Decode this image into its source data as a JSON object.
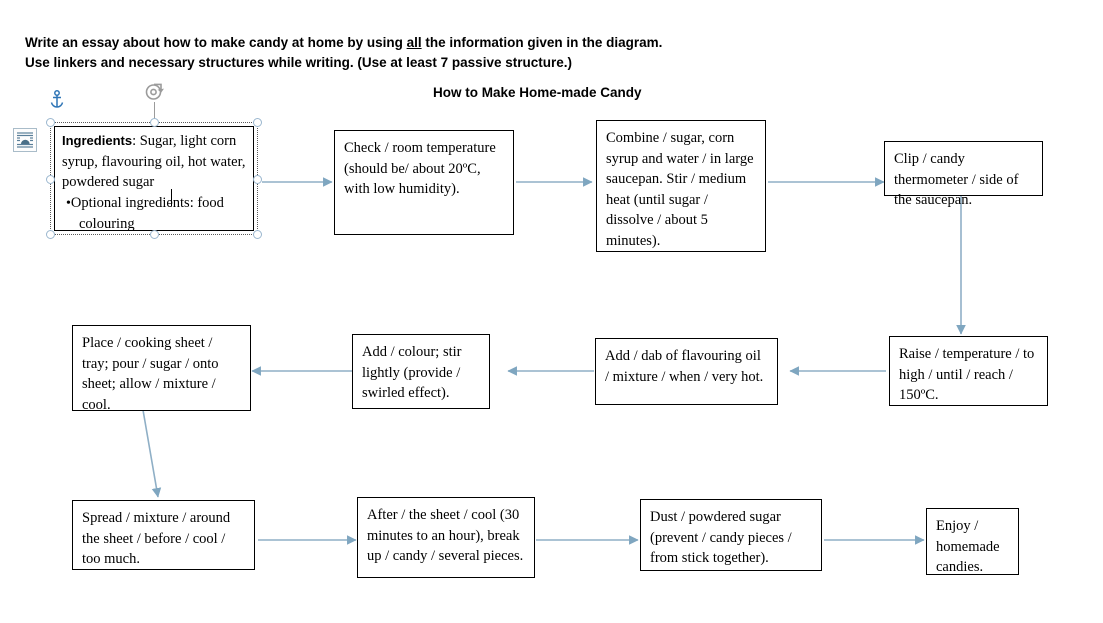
{
  "instructions": {
    "line1_a": "Write an essay about how to make candy at home by using ",
    "line1_u": "all",
    "line1_b": " the information given in the diagram.",
    "line2": "Use linkers and necessary structures while writing. (Use at least 7 passive structure.)"
  },
  "diagram": {
    "title": "How to Make Home-made Candy",
    "arrow_color": "#8FAFC6",
    "box_border_color": "#000000",
    "selection_handle_color": "#9BB7CF",
    "anchor_color": "#2E74B5"
  },
  "selected_shape": {
    "name": "ingredients-text-box",
    "state": "selected-editing",
    "label_bold": "Ingredients",
    "text_after_label": ": Sugar, light corn syrup, flavouring oil, hot water, powdered sugar",
    "bullet_line_1": "Optional ingredients: food",
    "bullet_line_2": "colouring",
    "rotate_handle": "rotate-icon",
    "anchor": "anchor-icon",
    "layout_options": "layout-options-icon"
  },
  "boxes": [
    {
      "id": "check-temperature",
      "text": "Check / room temperature (should be/ about 20ºC, with low humidity)."
    },
    {
      "id": "combine-ingredients",
      "text": "Combine / sugar, corn syrup and water / in large saucepan. Stir / medium heat (until sugar / dissolve / about 5 minutes)."
    },
    {
      "id": "clip-thermometer",
      "text": "Clip / candy thermometer / side of the saucepan."
    },
    {
      "id": "raise-temperature",
      "text": "Raise / temperature / to high / until / reach / 150ºC."
    },
    {
      "id": "add-flavouring",
      "text": "Add / dab of flavouring oil / mixture / when / very hot."
    },
    {
      "id": "add-colour",
      "text": "Add / colour; stir lightly (provide / swirled effect)."
    },
    {
      "id": "place-cooking-sheet",
      "text": "Place / cooking sheet / tray; pour / sugar / onto sheet; allow / mixture / cool."
    },
    {
      "id": "spread-mixture",
      "text": "Spread / mixture / around the sheet / before / cool / too much."
    },
    {
      "id": "break-up-candy",
      "text": "After / the sheet / cool (30 minutes to an hour), break up / candy / several pieces."
    },
    {
      "id": "dust-powdered-sugar",
      "text": "Dust / powdered sugar (prevent / candy pieces / from stick together)."
    },
    {
      "id": "enjoy-candies",
      "text": "Enjoy / homemade candies."
    }
  ]
}
